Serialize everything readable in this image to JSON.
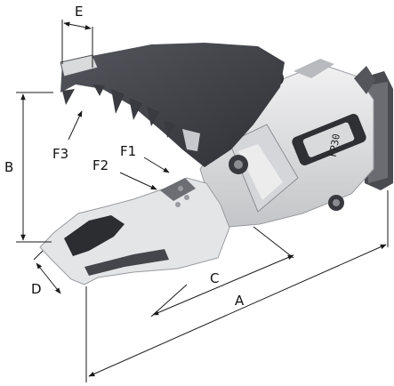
{
  "labels": {
    "A": "A",
    "B": "B",
    "C": "C",
    "D": "D",
    "E": "E",
    "F1": "F1",
    "F2": "F2",
    "F3": "F3"
  },
  "model_plate": "FP30",
  "colors": {
    "upper_jaw": "#3d3e45",
    "body_light": "#e6e6e8",
    "body_shade": "#c9cacd",
    "dark_parts": "#2c2d31",
    "dimension_lines": "#1a1a1a"
  }
}
